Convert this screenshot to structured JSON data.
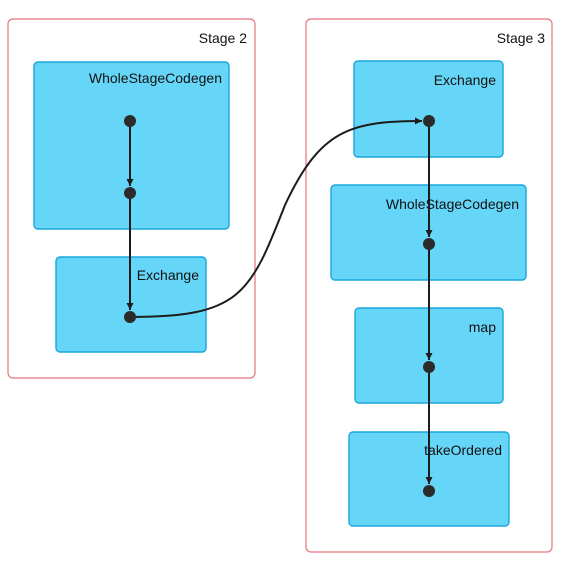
{
  "stages": [
    {
      "label": "Stage 2",
      "clusters": [
        {
          "label": "WholeStageCodegen"
        },
        {
          "label": "Exchange"
        }
      ]
    },
    {
      "label": "Stage 3",
      "clusters": [
        {
          "label": "Exchange"
        },
        {
          "label": "WholeStageCodegen"
        },
        {
          "label": "map"
        },
        {
          "label": "takeOrdered"
        }
      ]
    }
  ],
  "colors": {
    "stage_border": "#e8727e",
    "cluster_fill": "#66d6f8",
    "cluster_border": "#1aa5dc",
    "edge": "#1c1c1c",
    "node": "#2b2b2b"
  }
}
